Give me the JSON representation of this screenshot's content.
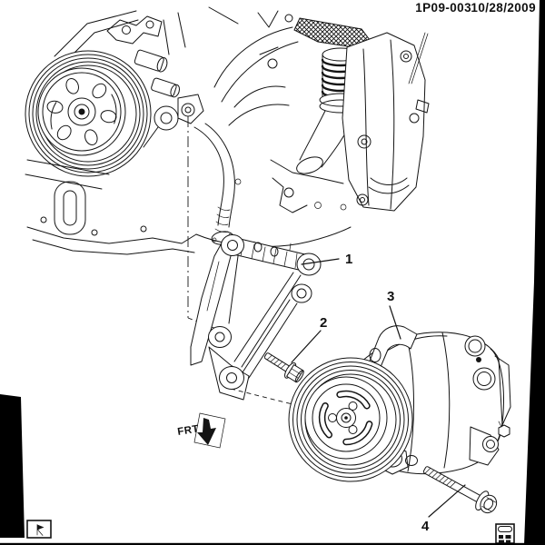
{
  "header": {
    "drawing_number": "1P09-003",
    "date": "10/28/2009"
  },
  "callouts": [
    {
      "label": "1"
    },
    {
      "label": "2"
    },
    {
      "label": "3"
    },
    {
      "label": "4"
    }
  ],
  "orientation": {
    "label": "FRT"
  },
  "icons": {
    "frt_arrow": "front-direction-arrow-icon",
    "footer_left": "illustrator-flag-mark-icon",
    "footer_right": "publication-mark-icon"
  },
  "colors": {
    "ink": "#141414",
    "paper": "#ffffff",
    "scan_edge": "#000000"
  }
}
